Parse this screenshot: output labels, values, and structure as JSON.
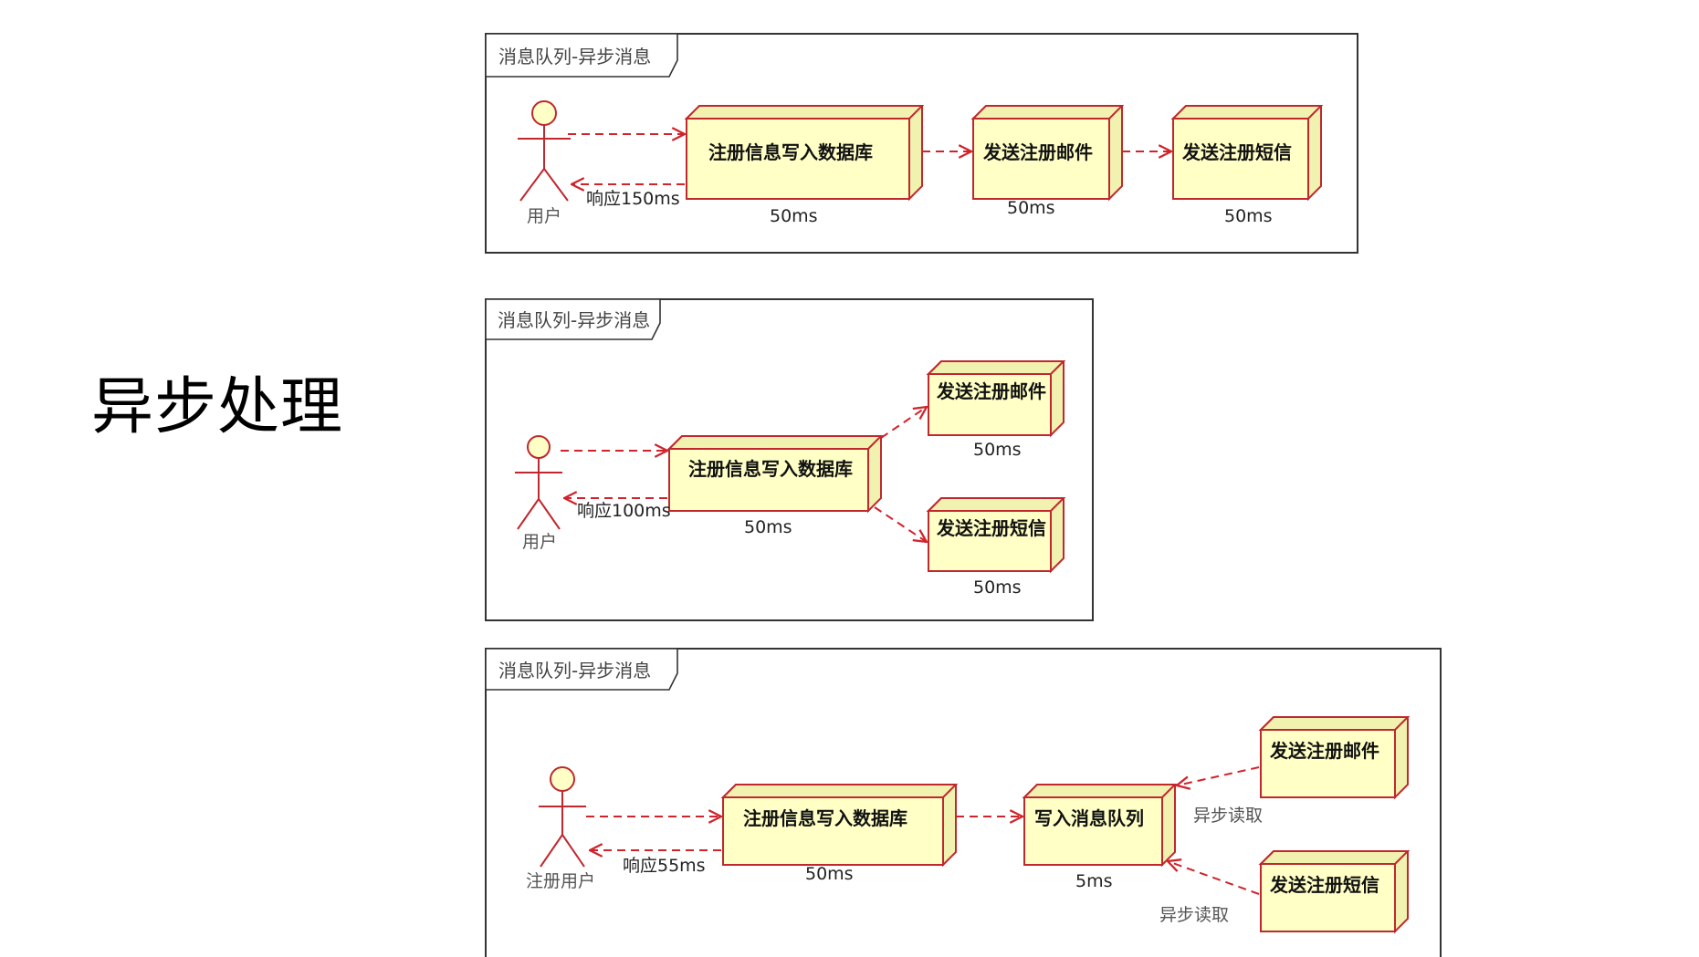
{
  "heading": "异步处理",
  "colors": {
    "node_fill": "#ffffc6",
    "node_stroke": "#c0282e",
    "arrow": "#d0232b"
  },
  "diagrams": [
    {
      "frame_label": "消息队列-异步消息",
      "actor": "用户",
      "nodes": [
        "注册信息写入数据库",
        "发送注册邮件",
        "发送注册短信"
      ],
      "timings": [
        "50ms",
        "50ms",
        "50ms"
      ],
      "response": "响应150ms"
    },
    {
      "frame_label": "消息队列-异步消息",
      "actor": "用户",
      "nodes": [
        "注册信息写入数据库",
        "发送注册邮件",
        "发送注册短信"
      ],
      "timings": [
        "50ms",
        "50ms",
        "50ms"
      ],
      "response": "响应100ms"
    },
    {
      "frame_label": "消息队列-异步消息",
      "actor": "注册用户",
      "nodes": [
        "注册信息写入数据库",
        "写入消息队列",
        "发送注册邮件",
        "发送注册短信"
      ],
      "timings": [
        "50ms",
        "5ms"
      ],
      "response": "响应55ms",
      "async_labels": [
        "异步读取",
        "异步读取"
      ]
    }
  ]
}
